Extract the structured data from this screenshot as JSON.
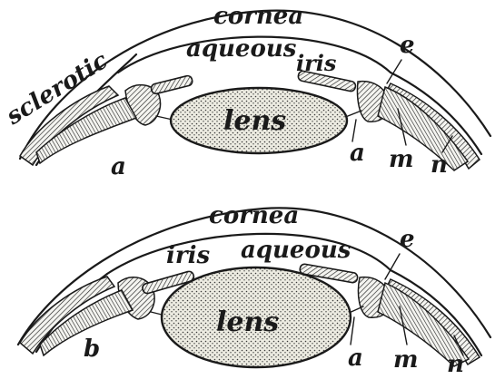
{
  "diagrams": [
    {
      "id": "top",
      "labels": {
        "cornea": "cornea",
        "aqueous": "aqueous",
        "iris": "iris",
        "sclerotic": "sclerotic",
        "lens": "lens",
        "e": "e",
        "a_left": "a",
        "a_right": "a",
        "m": "m",
        "n": "n"
      }
    },
    {
      "id": "bottom",
      "labels": {
        "cornea": "cornea",
        "aqueous": "aqueous",
        "iris": "iris",
        "lens": "lens",
        "e": "e",
        "b": "b",
        "a_right": "a",
        "m": "m",
        "n": "n"
      }
    }
  ]
}
